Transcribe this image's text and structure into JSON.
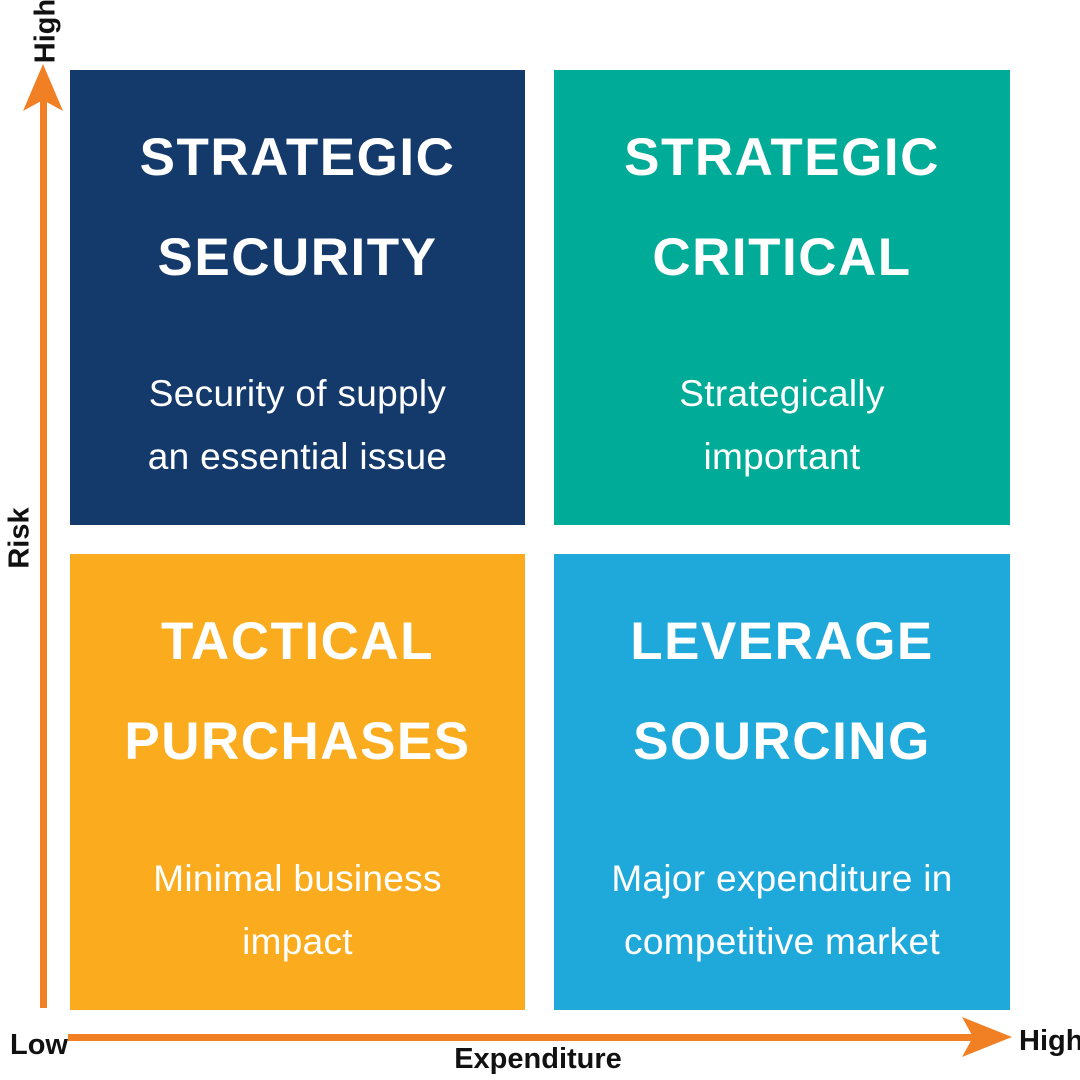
{
  "diagram": {
    "type": "2x2-quadrant-matrix",
    "quadrants": {
      "top_left": {
        "title_lines": [
          "STRATEGIC",
          "SECURITY"
        ],
        "subtitle_lines": [
          "Security of supply",
          "an essential issue"
        ],
        "bg_color": "#14396B"
      },
      "top_right": {
        "title_lines": [
          "STRATEGIC",
          "CRITICAL"
        ],
        "subtitle_lines": [
          "Strategically",
          "important"
        ],
        "bg_color": "#00AC97"
      },
      "bottom_left": {
        "title_lines": [
          "TACTICAL",
          "PURCHASES"
        ],
        "subtitle_lines": [
          "Minimal business",
          "impact"
        ],
        "bg_color": "#FBAC1E"
      },
      "bottom_right": {
        "title_lines": [
          "LEVERAGE",
          "SOURCING"
        ],
        "subtitle_lines": [
          "Major expenditure in",
          "competitive market"
        ],
        "bg_color": "#1FA9DB"
      }
    },
    "axes": {
      "arrow_color": "#F17F24",
      "label_color": "#111111",
      "y": {
        "label": "Risk",
        "top_label": "High"
      },
      "x": {
        "label": "Expenditure",
        "right_label": "High"
      },
      "origin_label": "Low"
    },
    "colors": {
      "background": "#FFFFFF",
      "quadrant_text": "#FFFFFF"
    }
  }
}
